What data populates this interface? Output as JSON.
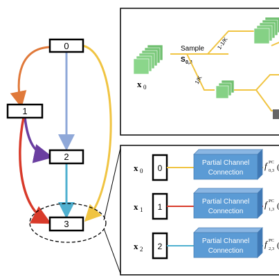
{
  "graph": {
    "nodes": [
      {
        "label": "0"
      },
      {
        "label": "1"
      },
      {
        "label": "2"
      },
      {
        "label": "3"
      }
    ],
    "edges": [
      {
        "from": "0",
        "to": "1",
        "color": "#e0793a"
      },
      {
        "from": "0",
        "to": "2",
        "color": "#8fa8d8"
      },
      {
        "from": "0",
        "to": "3",
        "color": "#f0c442"
      },
      {
        "from": "1",
        "to": "2",
        "color": "#6a3ea0"
      },
      {
        "from": "1",
        "to": "3",
        "color": "#d83a2a"
      },
      {
        "from": "2",
        "to": "3",
        "color": "#4fb0d0"
      }
    ]
  },
  "sampling_panel": {
    "input_label": "x",
    "input_sub": "0",
    "sample_text": "Sample",
    "sample_symbol": "S",
    "sample_sub": "0,3",
    "upper_branch": "1-1/K",
    "lower_branch": "1/K",
    "line_color": "#f0c442",
    "block_color": "#7fc97f"
  },
  "connection_panel": {
    "module_label_line1": "Partial Channel",
    "module_label_line2": "Connection",
    "module_color": "#5b9bd5",
    "rows": [
      {
        "var": "x",
        "sub": "0",
        "node": "0",
        "f_sup": "PC",
        "f_sub": "0,3",
        "line_color": "#f0c442"
      },
      {
        "var": "x",
        "sub": "1",
        "node": "1",
        "f_sup": "PC",
        "f_sub": "1,3",
        "line_color": "#d83a2a"
      },
      {
        "var": "x",
        "sub": "2",
        "node": "2",
        "f_sup": "PC",
        "f_sub": "2,3",
        "line_color": "#4fb0d0"
      }
    ]
  }
}
